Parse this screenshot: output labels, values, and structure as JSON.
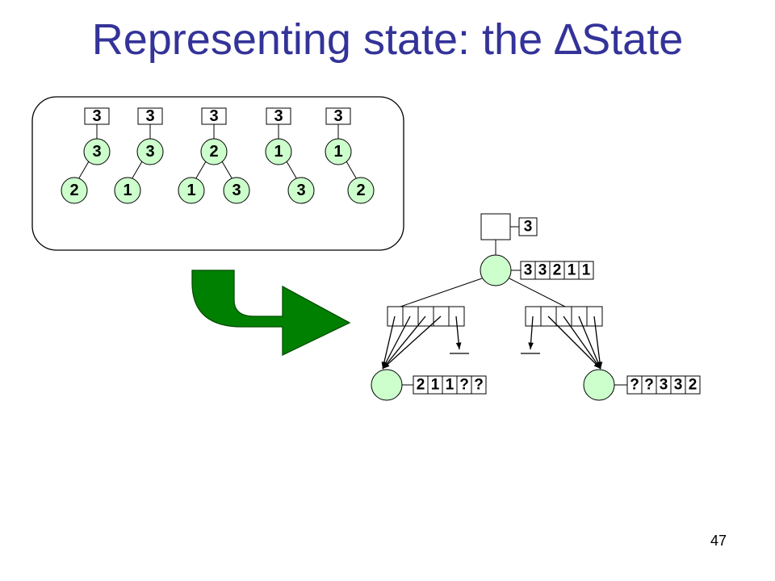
{
  "slide": {
    "title": "Representing state: the ∆State",
    "page_number": "47"
  },
  "colors": {
    "title": "#333399",
    "node_fill": "#ccffcc",
    "arrow_fill": "#008000",
    "arrow_stroke": "#004d00"
  },
  "trees": [
    {
      "root": "3",
      "middle": "3",
      "left": "2",
      "right": ""
    },
    {
      "root": "3",
      "middle": "3",
      "left": "1",
      "right": ""
    },
    {
      "root": "3",
      "middle": "2",
      "left": "1",
      "right": "3"
    },
    {
      "root": "3",
      "middle": "1",
      "left": "",
      "right": "3"
    },
    {
      "root": "3",
      "middle": "1",
      "left": "",
      "right": "2"
    }
  ],
  "delta": {
    "top_value": "3",
    "root_values": [
      "3",
      "3",
      "2",
      "1",
      "1"
    ],
    "left_values": [
      "2",
      "1",
      "1",
      "?",
      "?"
    ],
    "right_values": [
      "?",
      "?",
      "3",
      "3",
      "2"
    ]
  }
}
